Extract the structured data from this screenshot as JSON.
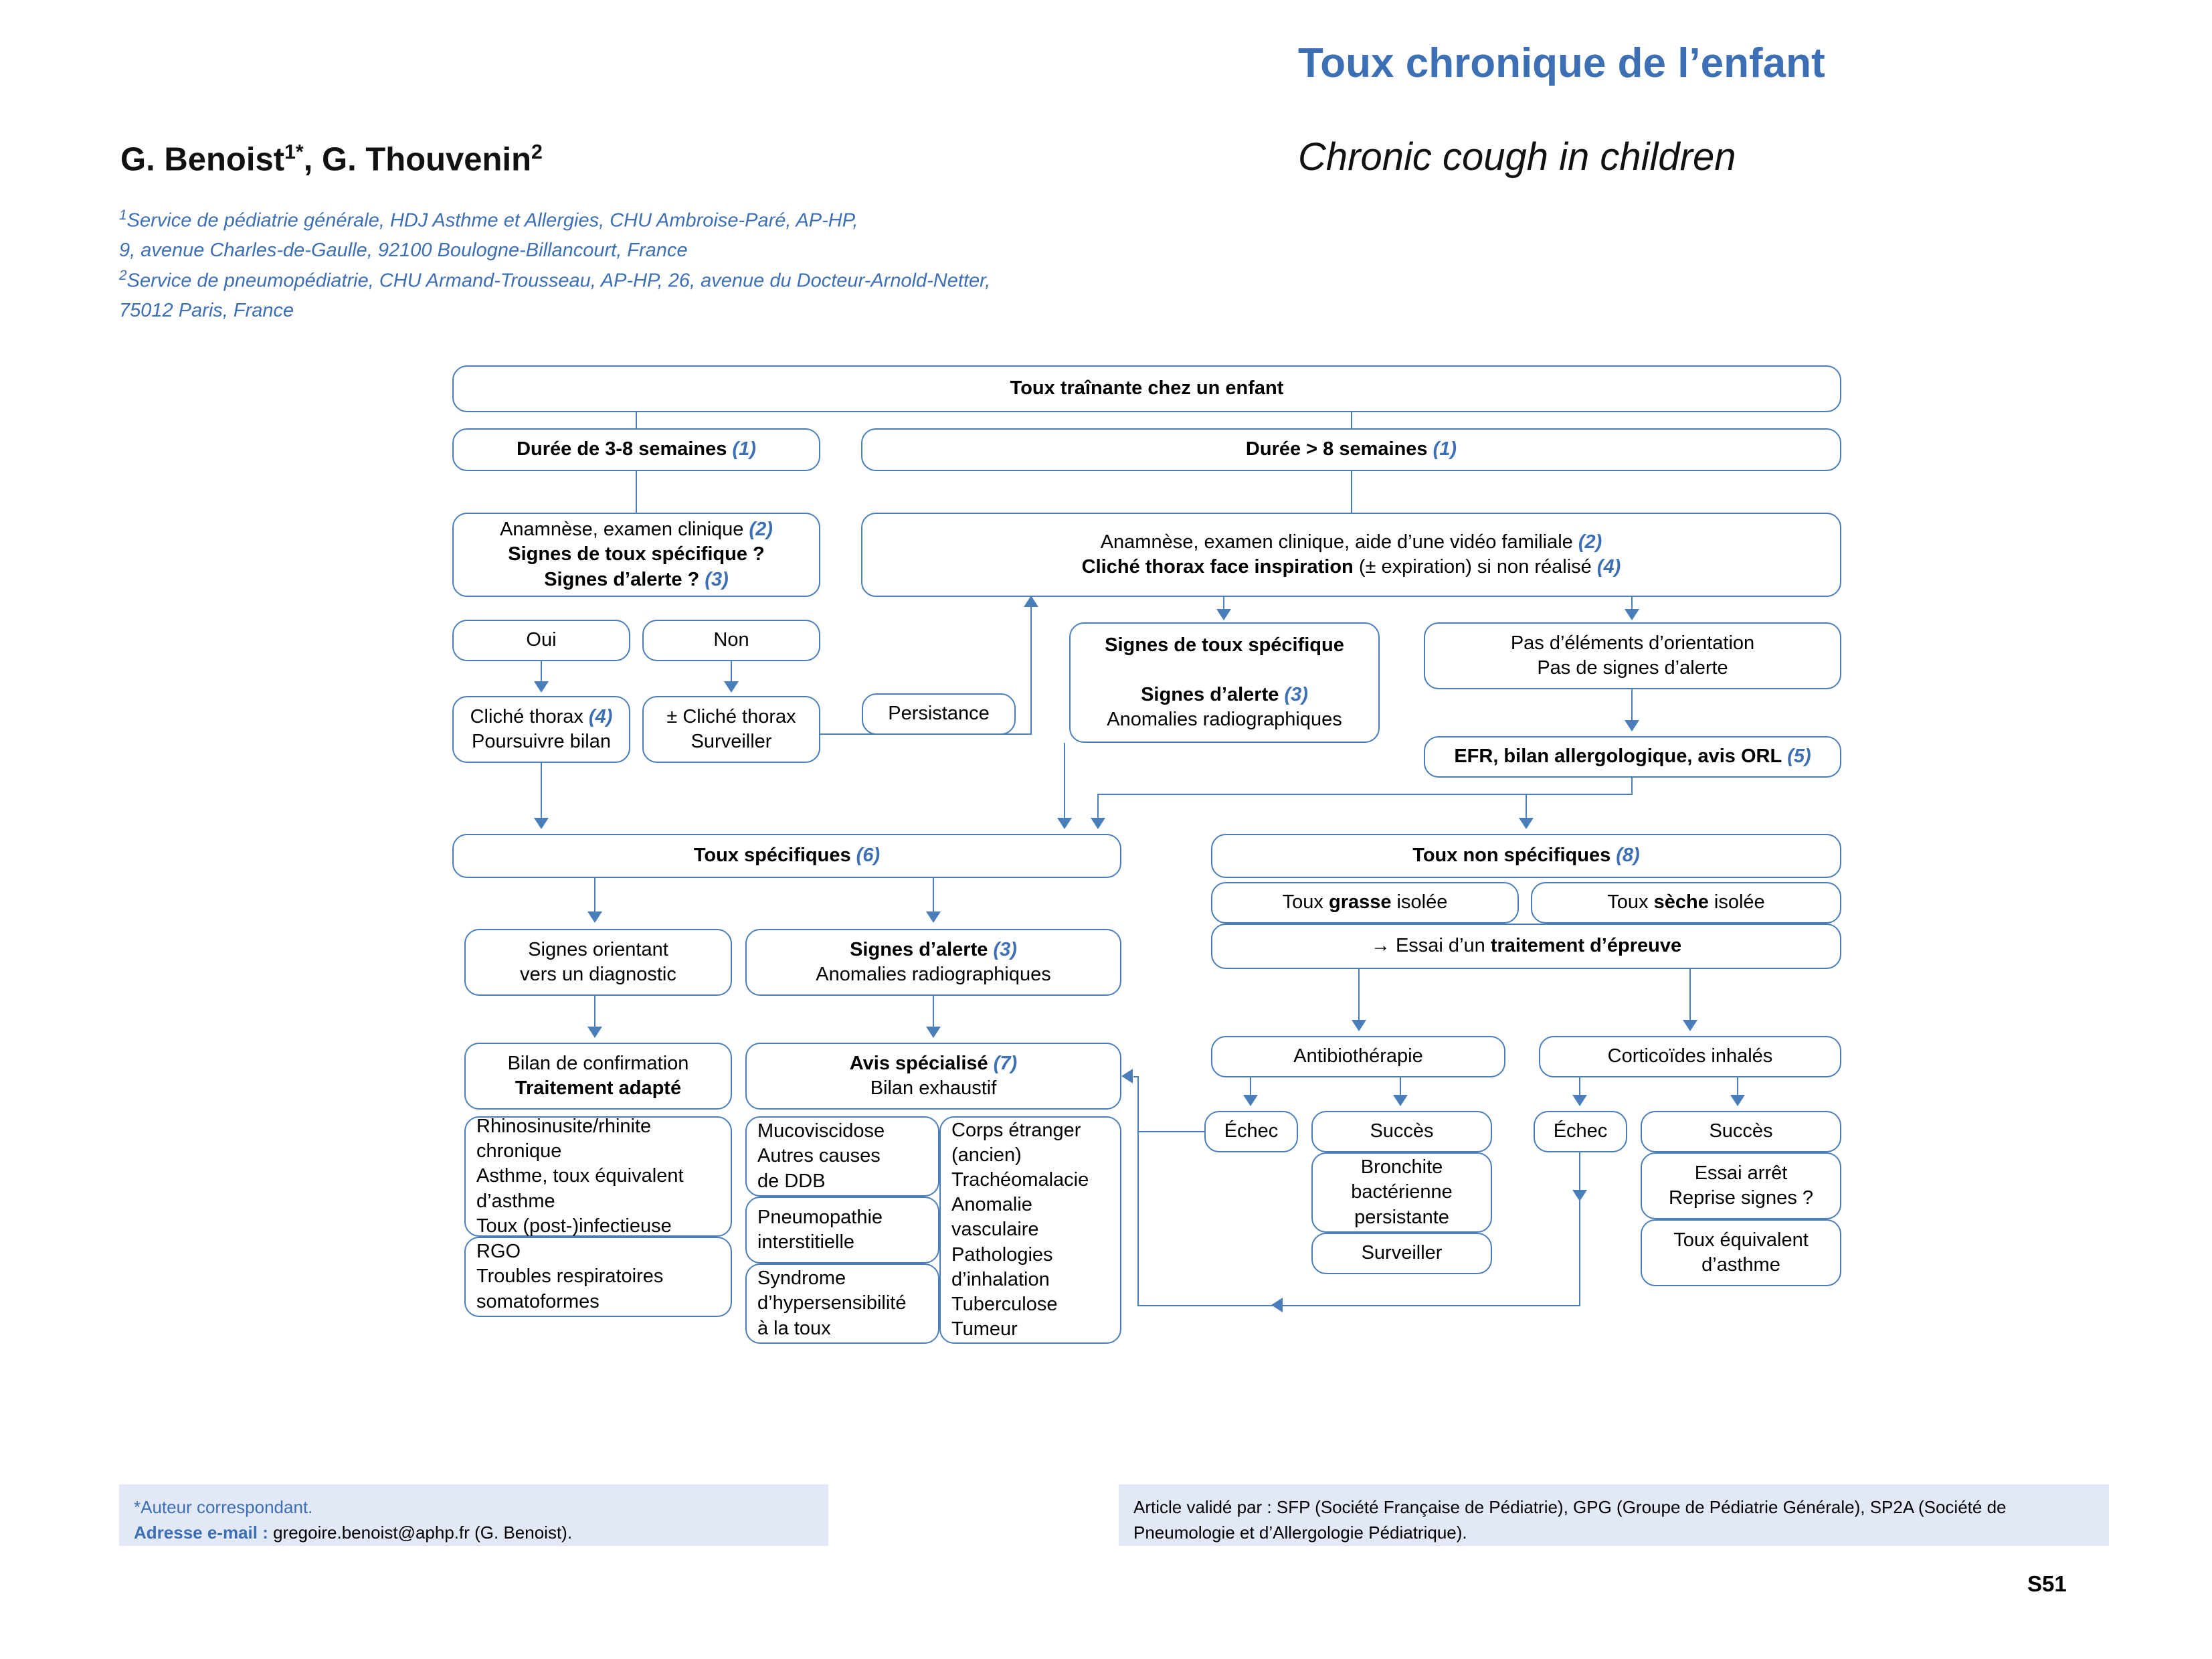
{
  "header": {
    "title_fr": "Toux chronique de l’enfant",
    "title_en": "Chronic cough in children",
    "authors_name1": "G. Benoist",
    "authors_sup1": "1*",
    "authors_sep": ", ",
    "authors_name2": "G. Thouvenin",
    "authors_sup2": "2",
    "affiliation_1_sup": "1",
    "affiliation_1_line1": "Service de pédiatrie générale, HDJ Asthme et Allergies, CHU Ambroise-Paré, AP-HP,",
    "affiliation_1_line2": "9, avenue Charles-de-Gaulle, 92100 Boulogne-Billancourt, France",
    "affiliation_2_sup": "2",
    "affiliation_2_line1": "Service de pneumopédiatrie, CHU Armand-Trousseau, AP-HP, 26, avenue du Docteur-Arnold-Netter,",
    "affiliation_2_line2": "75012 Paris, France"
  },
  "flowchart": {
    "root": "Toux traînante chez un enfant",
    "duration_short": "Durée de 3-8 semaines",
    "duration_short_ref": "(1)",
    "duration_long": "Durée > 8 semaines",
    "duration_long_ref": "(1)",
    "left_assess_l1": "Anamnèse, examen clinique",
    "left_assess_l1_ref": "(2)",
    "left_assess_l2": "Signes de toux spécifique ?",
    "left_assess_l3": "Signes d’alerte ?",
    "left_assess_l3_ref": "(3)",
    "right_assess_l1": "Anamnèse, examen clinique, aide d’une vidéo familiale",
    "right_assess_l1_ref": "(2)",
    "right_assess_l2a": "Cliché thorax face inspiration",
    "right_assess_l2b": "(± expiration) si non réalisé",
    "right_assess_l2_ref": "(4)",
    "oui": "Oui",
    "non": "Non",
    "cliche_thorax_l1": "Cliché thorax",
    "cliche_thorax_l1_ref": "(4)",
    "cliche_thorax_l2": "Poursuivre bilan",
    "pm_cliche_l1": "± Cliché thorax",
    "pm_cliche_l2": "Surveiller",
    "persistance": "Persistance",
    "signes_spec_l1": "Signes de toux spécifique",
    "signes_spec_l2": "Signes d’alerte",
    "signes_spec_l2_ref": "(3)",
    "signes_spec_l3": "Anomalies radiographiques",
    "pas_elements_l1": "Pas d’éléments d’orientation",
    "pas_elements_l2": "Pas de signes d’alerte",
    "efr": "EFR, bilan allergologique, avis ORL",
    "efr_ref": "(5)",
    "toux_spec": "Toux spécifiques",
    "toux_spec_ref": "(6)",
    "toux_nonspec": "Toux non spécifiques",
    "toux_nonspec_ref": "(8)",
    "signes_orientant_l1": "Signes orientant",
    "signes_orientant_l2": "vers un diagnostic",
    "signes_alerte_l1": "Signes d’alerte",
    "signes_alerte_l1_ref": "(3)",
    "signes_alerte_l2": "Anomalies radiographiques",
    "bilan_confirm_l1": "Bilan de confirmation",
    "bilan_confirm_l2": "Traitement adapté",
    "avis_spec_l1": "Avis spécialisé",
    "avis_spec_l1_ref": "(7)",
    "avis_spec_l2": "Bilan exhaustif",
    "toux_grasse_pre": "Toux ",
    "toux_grasse_b": "grasse",
    "toux_grasse_post": " isolée",
    "toux_seche_pre": "Toux ",
    "toux_seche_b": "sèche",
    "toux_seche_post": " isolée",
    "essai_pre": "→ Essai d’un ",
    "essai_b": "traitement d’épreuve",
    "antibiotherapie": "Antibiothérapie",
    "corticoides": "Corticoïdes inhalés",
    "echec_1": "Échec",
    "succes_1": "Succès",
    "echec_2": "Échec",
    "succes_2": "Succès",
    "bronchite_l1": "Bronchite",
    "bronchite_l2": "bactérienne",
    "bronchite_l3": "persistante",
    "surveiller": "Surveiller",
    "essai_arret_l1": "Essai arrêt",
    "essai_arret_l2": "Reprise signes ?",
    "toux_equiv_l1": "Toux équivalent",
    "toux_equiv_l2": "d’asthme",
    "list_a_l1": "Rhinosinusite/rhinite",
    "list_a_l2": "chronique",
    "list_a_l3": "Asthme, toux équivalent",
    "list_a_l4": "d’asthme",
    "list_a_l5": "Toux (post-)infectieuse",
    "list_b_l1": "RGO",
    "list_b_l2": "Troubles respiratoires",
    "list_b_l3": "somatoformes",
    "list_c_l1": "Mucoviscidose",
    "list_c_l2": "Autres causes",
    "list_c_l3": "de DDB",
    "list_d_l1": "Pneumopathie",
    "list_d_l2": "interstitielle",
    "list_e_l1": "Syndrome",
    "list_e_l2": "d’hypersensibilité",
    "list_e_l3": "à la toux",
    "list_f_l1": "Corps étranger",
    "list_f_l2": "(ancien)",
    "list_f_l3": "Trachéomalacie",
    "list_f_l4": "Anomalie",
    "list_f_l5": "vasculaire",
    "list_f_l6": "Pathologies",
    "list_f_l7": "d’inhalation",
    "list_f_l8": "Tuberculose",
    "list_f_l9": "Tumeur"
  },
  "footer": {
    "corresponding_author": "*Auteur correspondant.",
    "email_label": "Adresse e-mail :",
    "email_value": " gregoire.benoist@aphp.fr (G. Benoist).",
    "validation": "Article validé par : SFP (Société Française de Pédiatrie), GPG (Groupe de Pédiatrie Générale), SP2A (Société de Pneumologie et d’Allergologie Pédiatrique).",
    "page_number": "S51"
  },
  "colors": {
    "accent_blue": "#3d6fb4",
    "box_border": "#4a7ebb",
    "footnote_bg": "#e2e8f6"
  }
}
